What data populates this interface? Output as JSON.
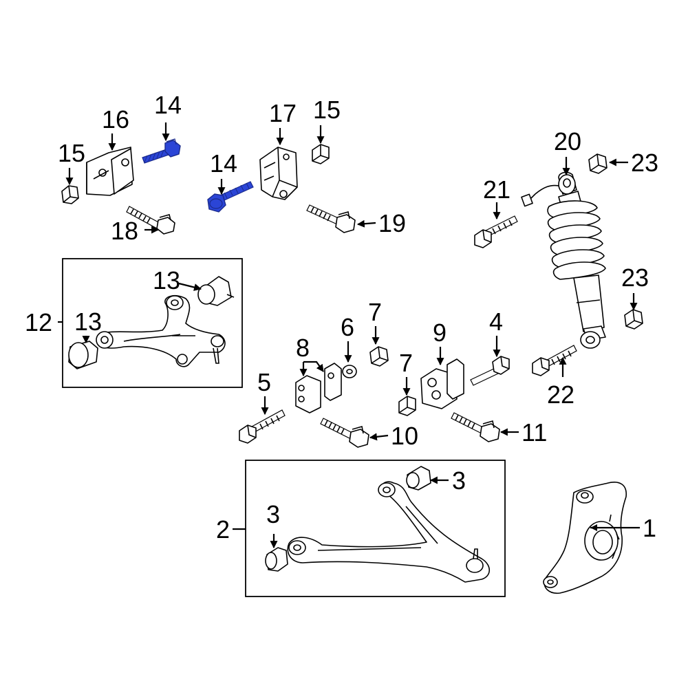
{
  "colors": {
    "highlight": "#2b45d6",
    "highlight_dark": "#1a2a8c",
    "ink": "#000000",
    "background": "#ffffff"
  },
  "callouts": [
    {
      "id": "c1",
      "label": "1"
    },
    {
      "id": "c2",
      "label": "2"
    },
    {
      "id": "c3a",
      "label": "3"
    },
    {
      "id": "c3b",
      "label": "3"
    },
    {
      "id": "c4",
      "label": "4"
    },
    {
      "id": "c5",
      "label": "5"
    },
    {
      "id": "c6",
      "label": "6"
    },
    {
      "id": "c7a",
      "label": "7"
    },
    {
      "id": "c7b",
      "label": "7"
    },
    {
      "id": "c8",
      "label": "8"
    },
    {
      "id": "c9",
      "label": "9"
    },
    {
      "id": "c10",
      "label": "10"
    },
    {
      "id": "c11",
      "label": "11"
    },
    {
      "id": "c12",
      "label": "12"
    },
    {
      "id": "c13a",
      "label": "13"
    },
    {
      "id": "c13b",
      "label": "13"
    },
    {
      "id": "c14a",
      "label": "14"
    },
    {
      "id": "c14b",
      "label": "14"
    },
    {
      "id": "c15a",
      "label": "15"
    },
    {
      "id": "c15b",
      "label": "15"
    },
    {
      "id": "c16",
      "label": "16"
    },
    {
      "id": "c17",
      "label": "17"
    },
    {
      "id": "c18",
      "label": "18"
    },
    {
      "id": "c19",
      "label": "19"
    },
    {
      "id": "c20",
      "label": "20"
    },
    {
      "id": "c21",
      "label": "21"
    },
    {
      "id": "c22",
      "label": "22"
    },
    {
      "id": "c23a",
      "label": "23"
    },
    {
      "id": "c23b",
      "label": "23"
    }
  ]
}
